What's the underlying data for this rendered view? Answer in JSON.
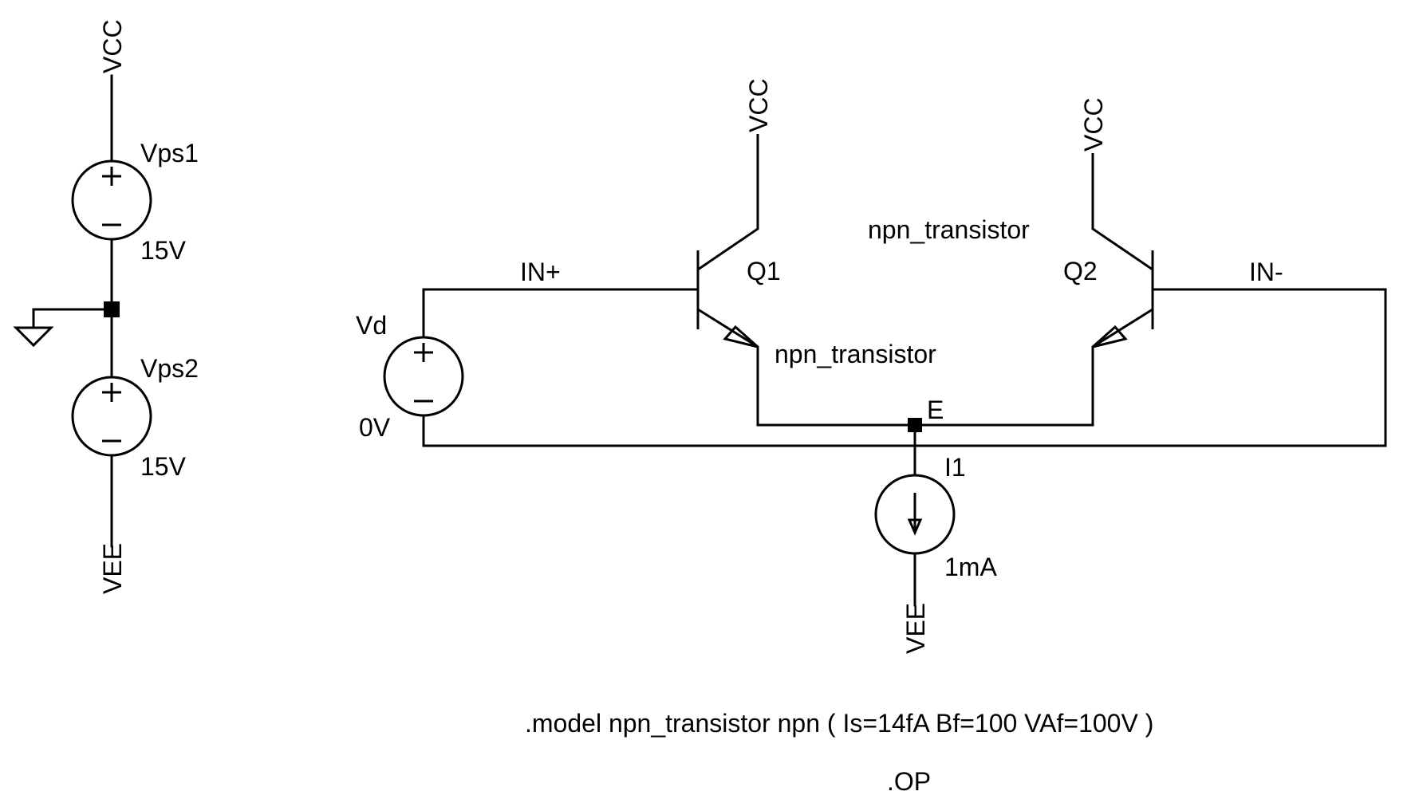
{
  "power_sources": [
    {
      "name": "Vps1",
      "value": "15V"
    },
    {
      "name": "Vps2",
      "value": "15V"
    }
  ],
  "net_labels": {
    "vcc_supply": "VCC",
    "vee_supply": "VEE",
    "vcc_q1": "VCC",
    "vcc_q2": "VCC",
    "vee_i1": "VEE",
    "in_plus": "IN+",
    "in_minus": "IN-",
    "emitter_node": "E"
  },
  "diff_source": {
    "name": "Vd",
    "value": "0V"
  },
  "transistors": [
    {
      "name": "Q1",
      "model": "npn_transistor"
    },
    {
      "name": "Q2",
      "model": "npn_transistor"
    }
  ],
  "current_source": {
    "name": "I1",
    "value": "1mA"
  },
  "directives": {
    "model": ".model npn_transistor npn ( Is=14fA Bf=100 VAf=100V )",
    "op": ".OP"
  }
}
